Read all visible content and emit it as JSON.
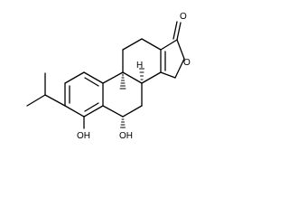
{
  "molecule": {
    "atom_labels": {
      "carbonyl_oxygen": "O",
      "ring_oxygen": "O",
      "phenol_group": "OH",
      "hydroxyl_group": "OH"
    },
    "stereo_hydrogen": "H"
  },
  "colors": {
    "bond": "#000000",
    "background": "#ffffff"
  }
}
